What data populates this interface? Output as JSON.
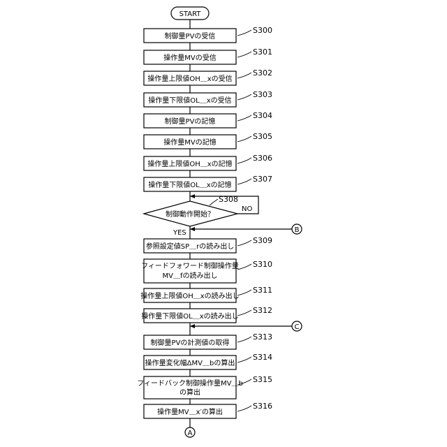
{
  "start_label": "START",
  "steps": [
    {
      "id": "S300",
      "text": "制御量PVの受信"
    },
    {
      "id": "S301",
      "text": "操作量MVの受信"
    },
    {
      "id": "S302",
      "text": "操作量上限値OH＿xの受信"
    },
    {
      "id": "S303",
      "text": "操作量下限値OL＿xの受信"
    },
    {
      "id": "S304",
      "text": "制御量PVの記憶"
    },
    {
      "id": "S305",
      "text": "操作量MVの記憶"
    },
    {
      "id": "S306",
      "text": "操作量上限値OH＿xの記憶"
    },
    {
      "id": "S307",
      "text": "操作量下限値OL＿xの記憶"
    },
    {
      "id": "S309",
      "text": "参照設定値SP＿rの読み出し"
    },
    {
      "id": "S310",
      "line1": "フィードフォワード制御操作量",
      "line2": "MV＿fの読み出し"
    },
    {
      "id": "S311",
      "text": "操作量上限値OH＿xの読み出し"
    },
    {
      "id": "S312",
      "text": "操作量下限値OL＿xの読み出し"
    },
    {
      "id": "S313",
      "text": "制御量PVの計測値の取得"
    },
    {
      "id": "S314",
      "text": "操作量変化幅ΔMV＿bの算出"
    },
    {
      "id": "S315",
      "line1": "フィードバック制御操作量MV＿b",
      "line2": "の算出"
    },
    {
      "id": "S316",
      "text": "操作量MV＿x′の算出"
    }
  ],
  "decision": {
    "id": "S308",
    "text": "制御動作開始？",
    "yes": "YES",
    "no": "NO"
  },
  "connectors": {
    "b": "B",
    "c": "C",
    "a": "A"
  }
}
